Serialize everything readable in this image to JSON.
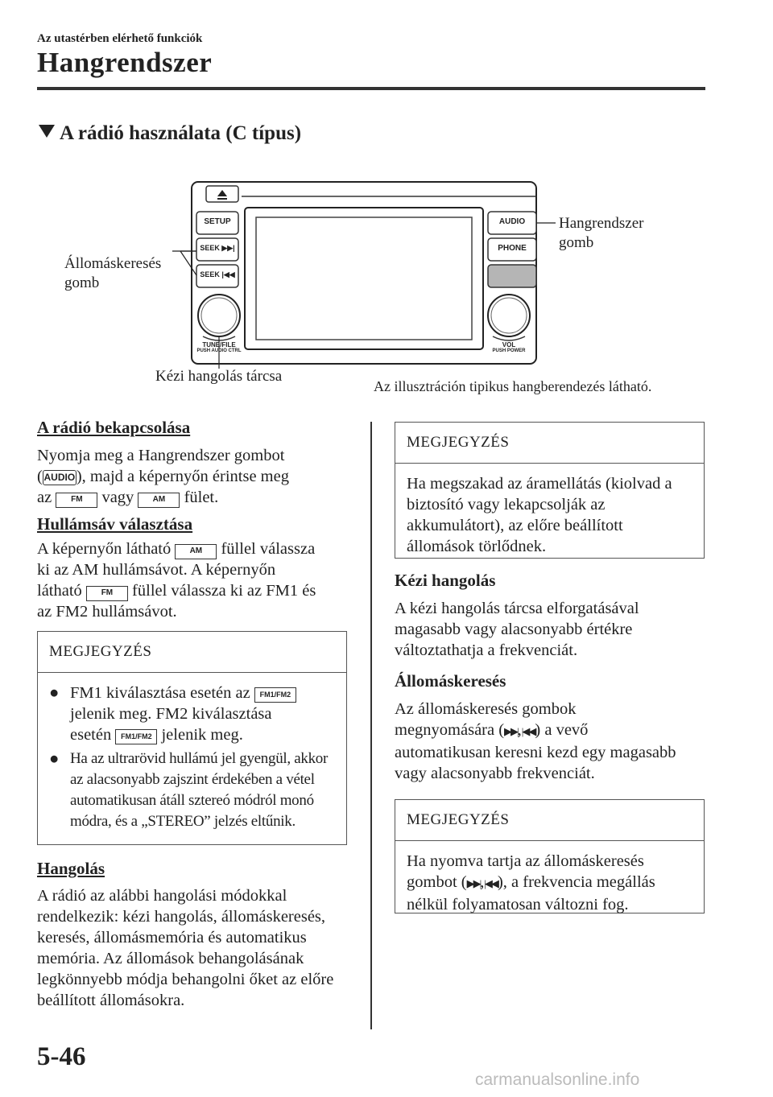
{
  "header": {
    "chapter": "Az utastérben elérhető funkciók",
    "title": "Hangrendszer"
  },
  "section_title": "A rádió használata (C típus)",
  "figure": {
    "callout_seek": "Állomáskeresés\ngomb",
    "callout_audio": "Hangrendszer\ngomb",
    "callout_tune": "Kézi hangolás tárcsa",
    "caption": "Az illusztráción tipikus hangberendezés látható.",
    "buttons": {
      "setup": "SETUP",
      "seek_up": "SEEK ▶▶|",
      "seek_down": "SEEK |◀◀",
      "audio": "AUDIO",
      "phone": "PHONE",
      "tune": "TUNE/FILE",
      "tune_sub": "PUSH AUDIO CTRL",
      "vol": "VOL",
      "vol_sub": "PUSH POWER"
    }
  },
  "left": {
    "h1": "A rádió bekapcsolása",
    "p1a": "Nyomja meg a Hangrendszer gombot",
    "p1b": "), majd a képernyőn érintse meg",
    "p1c_az": "az",
    "p1c_vagy": "vagy",
    "p1c_end": "fület.",
    "icon_audio": "AUDIO",
    "icon_fm": "FM",
    "icon_am": "AM",
    "h2": "Hullámsáv választása",
    "p2a_pre": "A képernyőn látható",
    "p2a_post": "füllel válassza",
    "p2b": "ki az AM hullámsávot. A képernyőn",
    "p2c_pre": "látható",
    "p2c_post": "füllel válassza ki az FM1 és",
    "p2d": "az FM2 hullámsávot.",
    "note1": {
      "title": "MEGJEGYZÉS",
      "b1_l1": "FM1 kiválasztása esetén az",
      "b1_l2": "jelenik meg. FM2 kiválasztása",
      "b1_l3_pre": "esetén",
      "b1_l3_post": "jelenik meg.",
      "icon_fm1": "FM1/FM2",
      "icon_fm2": "FM1/FM2",
      "b2": "Ha az ultrarövid hullámú jel gyengül, akkor az alacsonyabb zajszint érdekében a vétel automatikusan átáll sztereó módról monó módra, és a „STEREO” jelzés eltűnik."
    },
    "h3": "Hangolás",
    "p3": "A rádió az alábbi hangolási módokkal rendelkezik: kézi hangolás, állomáskeresés, keresés, állomásmemória és automatikus memória. Az állomások behangolásának legkönnyebb módja behangolni őket az előre beállított állomásokra."
  },
  "right": {
    "note2": {
      "title": "MEGJEGYZÉS",
      "body": "Ha megszakad az áramellátás (kiolvad a biztosító vagy lekapcsolják az akkumulátort), az előre beállított állomások törlődnek."
    },
    "h4": "Kézi hangolás",
    "p4": "A kézi hangolás tárcsa elforgatásával magasabb vagy alacsonyabb értékre változtathatja a frekvenciát.",
    "h5": "Állomáskeresés",
    "p5a": "Az állomáskeresés gombok",
    "p5b_pre": "megnyomására (",
    "p5b_post": ") a vevő",
    "p5c": "automatikusan keresni kezd egy magasabb vagy alacsonyabb frekvenciát.",
    "note3": {
      "title": "MEGJEGYZÉS",
      "l1": "Ha nyomva tartja az állomáskeresés",
      "l2_pre": "gombot (",
      "l2_post": "), a frekvencia megállás",
      "l3": "nélkül folyamatosan változni fog."
    }
  },
  "footer": {
    "page": "5-46",
    "watermark": "carmanualsonline.info"
  }
}
